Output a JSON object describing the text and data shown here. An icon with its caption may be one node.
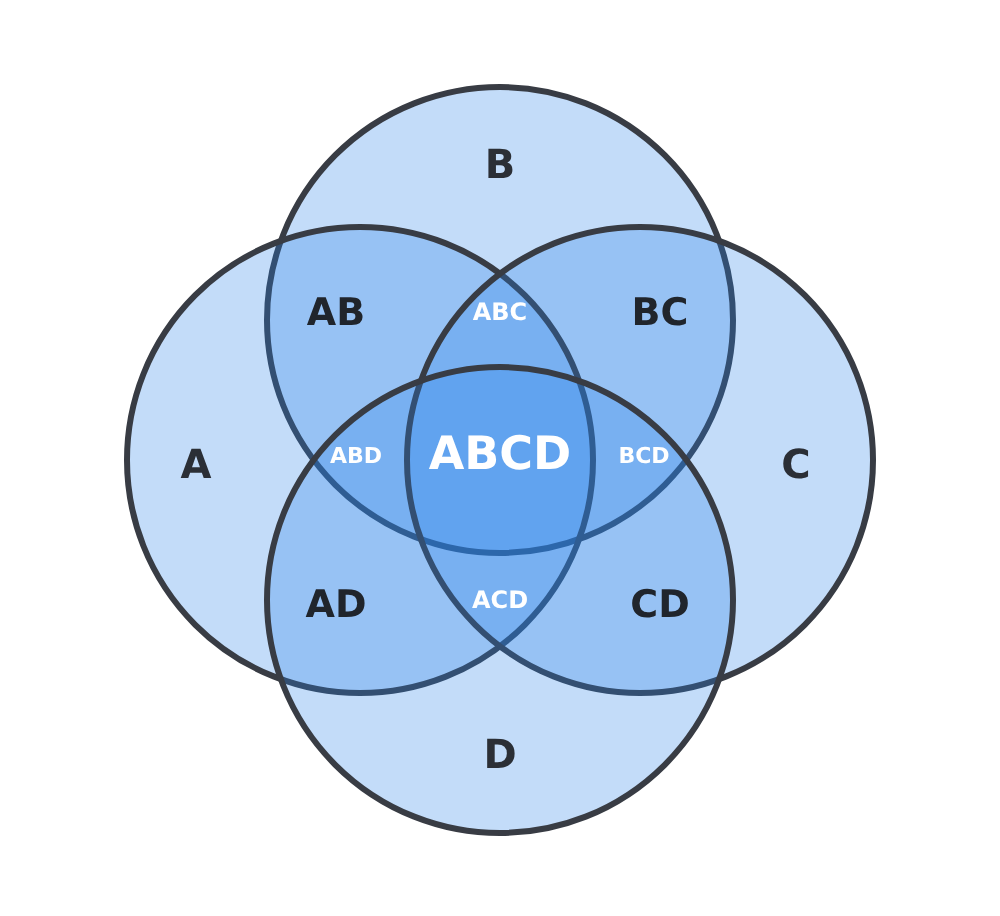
{
  "diagram": {
    "nodes": [
      {
        "text": [
          "B"
        ]
      },
      {
        "text": [
          "A"
        ]
      },
      {
        "text": [
          "C"
        ]
      },
      {
        "text": [
          "D"
        ]
      }
    ],
    "labels": [
      "AB",
      "ABC",
      "BC",
      "ABD",
      "ABCD",
      "BCD",
      "AD",
      "ACD",
      "CD"
    ]
  }
}
